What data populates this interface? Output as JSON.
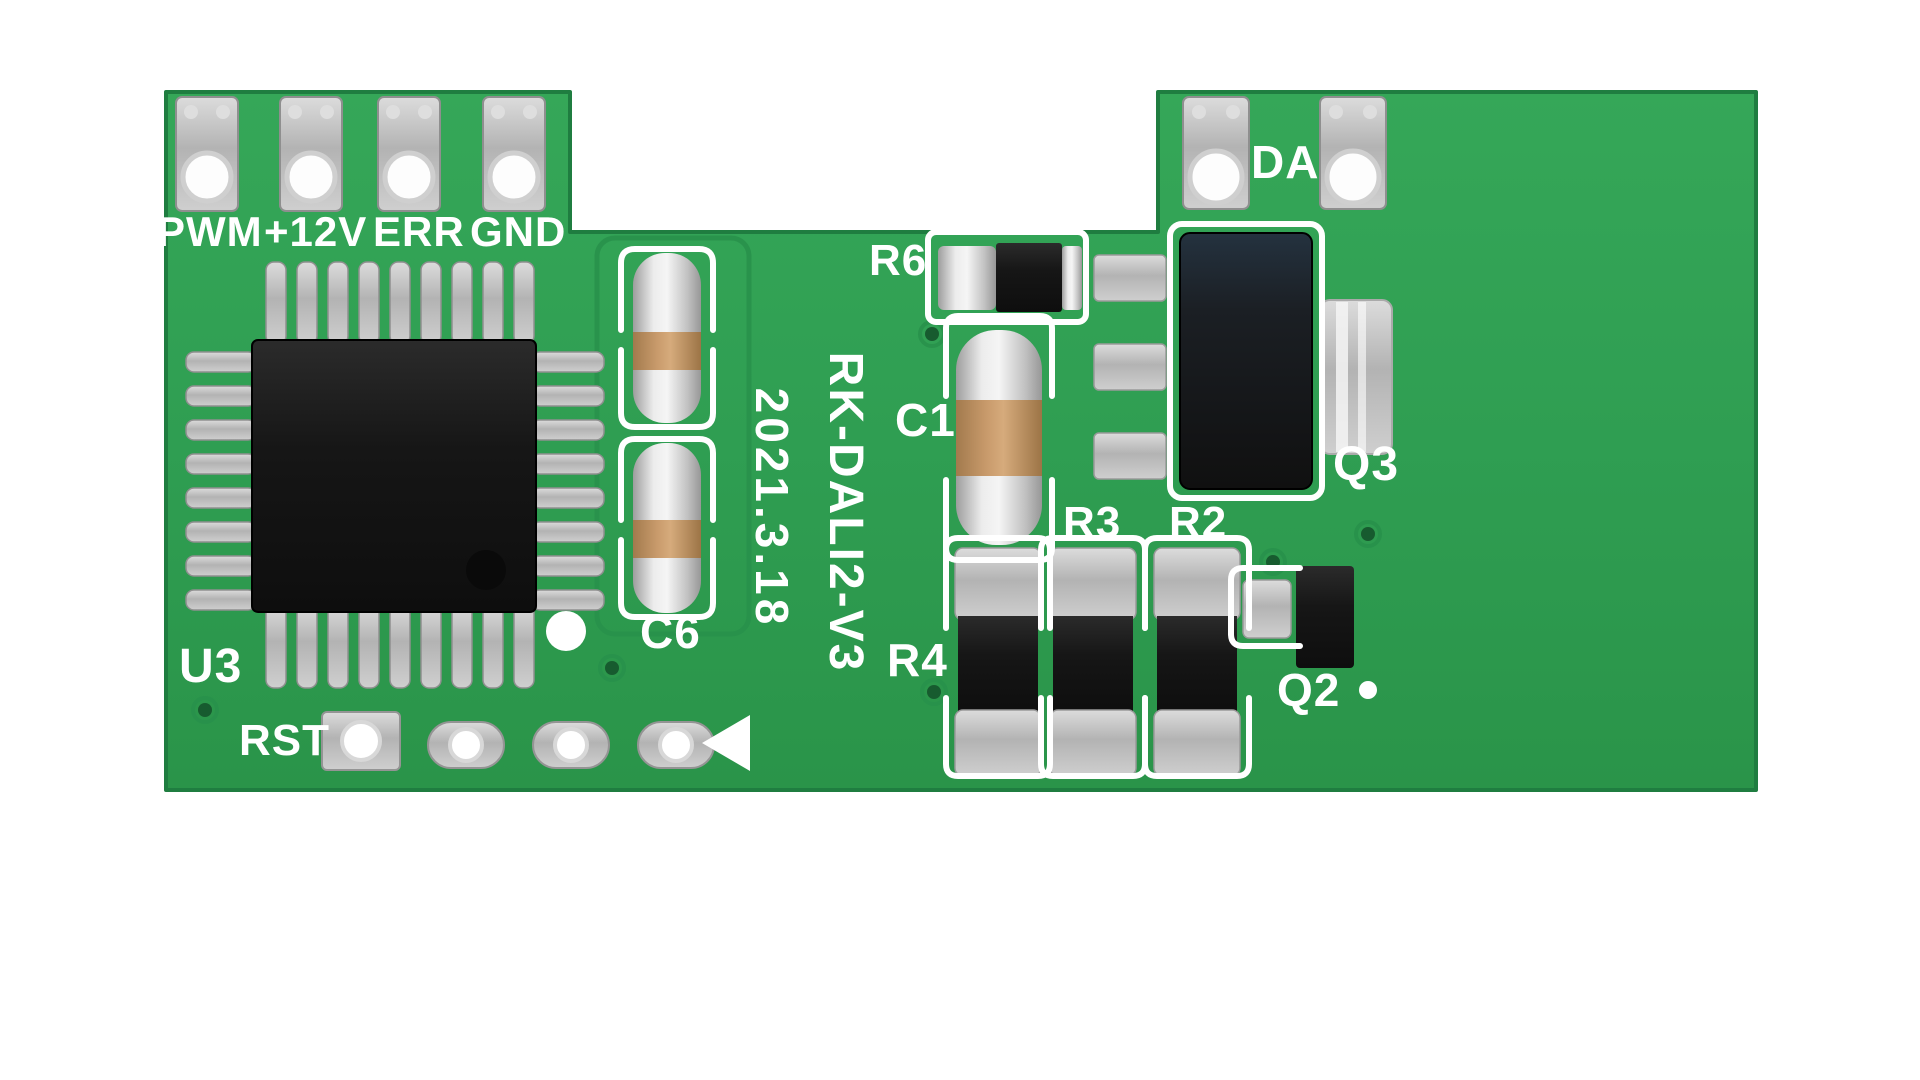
{
  "board": {
    "model_vertical": "RK-DALI2-V3",
    "date_vertical": "2021.3.18"
  },
  "connectors": {
    "pwm": "PWM",
    "plus12v": "+12V",
    "err": "ERR",
    "gnd": "GND",
    "da": "DA"
  },
  "components": {
    "u3": "U3",
    "rst": "RST",
    "c6": "C6",
    "r6": "R6",
    "c1": "C1",
    "q3": "Q3",
    "r3": "R3",
    "r2": "R2",
    "r4": "R4",
    "q2": "Q2"
  },
  "colors": {
    "pcb_green": "#2f9e52",
    "silkscreen_white": "#ffffff",
    "solder_silver": "#c9c9c9",
    "component_black": "#1b1b1b",
    "melf_band_tan": "#c89a6b"
  }
}
